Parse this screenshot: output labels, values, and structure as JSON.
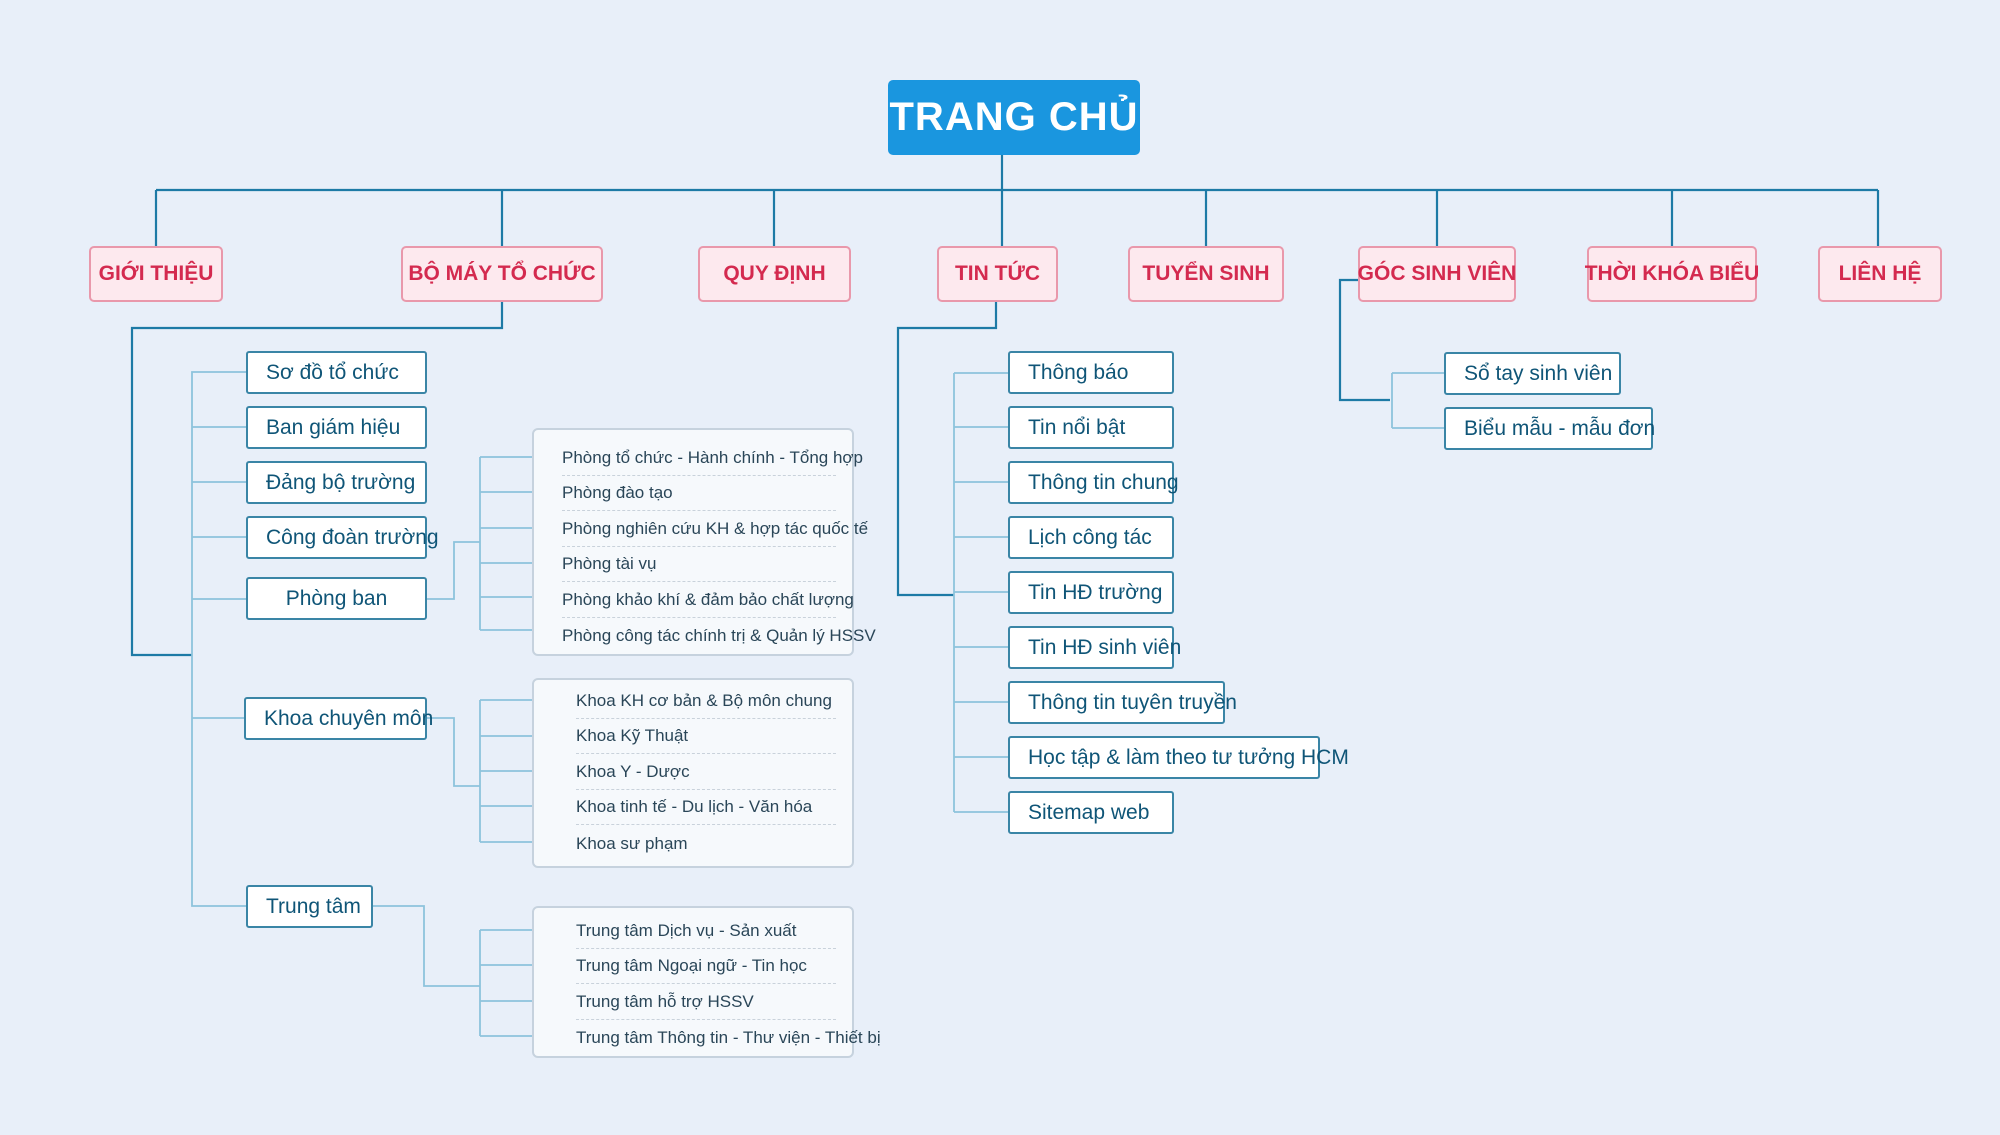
{
  "root": "TRANG CHỦ",
  "top_menu": [
    "GIỚI THIỆU",
    "BỘ MÁY TỔ CHỨC",
    "QUY ĐỊNH",
    "TIN TỨC",
    "TUYỂN SINH",
    "GÓC SINH VIÊN",
    "THỜI KHÓA BIỂU",
    "LIÊN HỆ"
  ],
  "bo_may": {
    "items": [
      "Sơ đồ tổ chức",
      "Ban giám hiệu",
      "Đảng bộ trường",
      "Công đoàn trường"
    ],
    "phong_ban": {
      "label": "Phòng ban",
      "children": [
        "Phòng tổ chức - Hành chính - Tổng hợp",
        "Phòng đào tạo",
        "Phòng nghiên cứu KH & hợp tác quốc tế",
        "Phòng tài vụ",
        "Phòng khảo khí & đảm bảo chất lượng",
        "Phòng công tác chính trị & Quản lý HSSV"
      ]
    },
    "khoa": {
      "label": "Khoa chuyên môn",
      "children": [
        "Khoa KH cơ bản & Bộ môn chung",
        "Khoa Kỹ Thuật",
        "Khoa Y - Dược",
        "Khoa tinh tế - Du lịch - Văn hóa",
        "Khoa sư phạm"
      ]
    },
    "trung_tam": {
      "label": "Trung tâm",
      "children": [
        "Trung tâm Dịch vụ - Sản xuất",
        "Trung tâm Ngoại ngữ - Tin học",
        "Trung tâm hỗ trợ HSSV",
        "Trung tâm Thông tin - Thư viện - Thiết bị"
      ]
    }
  },
  "tin_tuc": [
    "Thông báo",
    "Tin nổi bật",
    "Thông tin chung",
    "Lịch công tác",
    "Tin HĐ trường",
    "Tin HĐ sinh viên",
    "Thông tin tuyên truyền",
    "Học tập & làm theo tư tưởng HCM",
    "Sitemap web"
  ],
  "goc_sinh_vien": [
    "Sổ tay sinh viên",
    "Biểu mẫu - mẫu đơn"
  ],
  "colors": {
    "root_fill": "#1a96df",
    "top_fill": "#fde9ee",
    "top_border": "#e998ab",
    "top_text": "#d42a4f",
    "item_border": "#3a85a6",
    "item_text": "#0f5577",
    "main_line": "#1d7aa6",
    "thin_line": "#8dc3dc",
    "background": "#e8eff9"
  }
}
